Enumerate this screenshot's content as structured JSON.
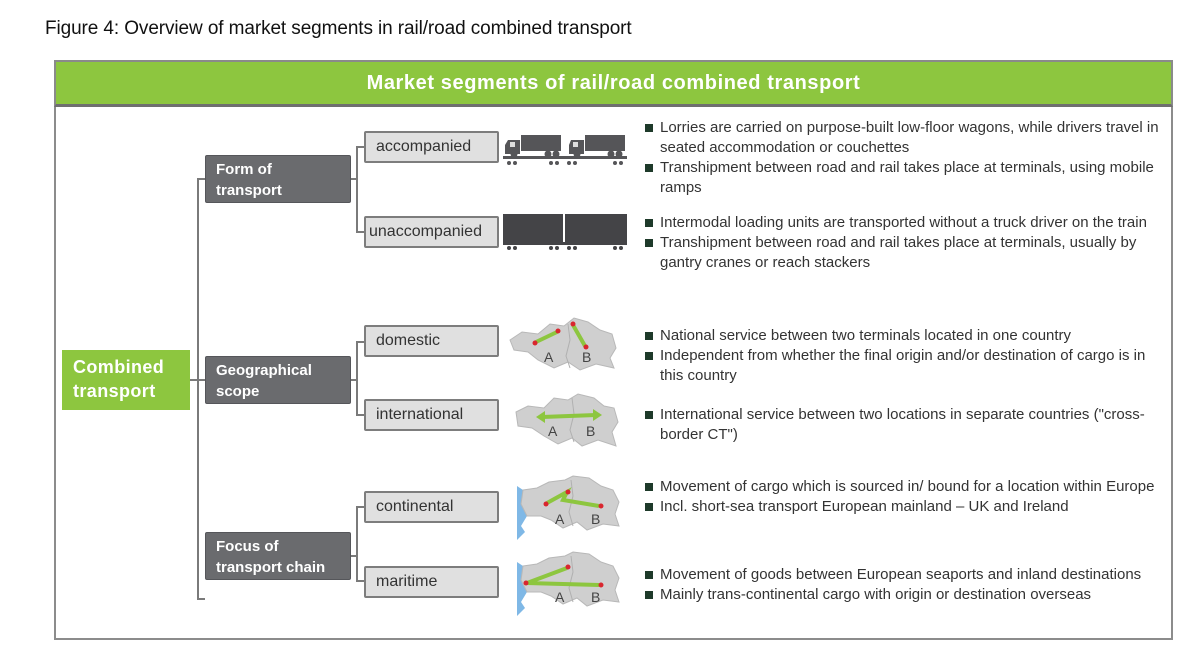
{
  "figure_title": "Figure 4: Overview of market segments in rail/road combined transport",
  "diagram": {
    "header": "Market segments of rail/road combined transport",
    "root": {
      "line1": "Combined",
      "line2": "transport"
    },
    "colors": {
      "green": "#8dc63f",
      "category_gray": "#6a6b6e",
      "segment_gray": "#e0e0e0",
      "sea_blue": "#7fb8e6",
      "terminal_red": "#d9262e"
    },
    "categories": [
      {
        "line1": "Form of",
        "line2": "transport",
        "segments": [
          {
            "label": "accompanied",
            "icon": "train-with-lorries-icon",
            "bullets": [
              "Lorries are carried on purpose-built low-floor wagons, while drivers travel in seated accommodation or couchettes",
              "Transhipment between road and rail takes place at terminals, using mobile ramps"
            ]
          },
          {
            "label": "unaccompanied",
            "icon": "train-with-containers-icon",
            "bullets": [
              "Intermodal loading units are transported without a truck driver on the train",
              "Transhipment between road and rail takes place at terminals, usually by gantry cranes or reach stackers"
            ]
          }
        ]
      },
      {
        "line1": "Geographical",
        "line2": "scope",
        "segments": [
          {
            "label": "domestic",
            "icon": "domestic-map-icon",
            "map_labels": [
              "A",
              "B"
            ],
            "bullets": [
              "National service between two terminals located in one country",
              "Independent from whether the final origin and/or destination of cargo is in this country"
            ]
          },
          {
            "label": "international",
            "icon": "international-map-icon",
            "map_labels": [
              "A",
              "B"
            ],
            "bullets": [
              "International service between two locations in separate countries (\"cross-border CT\")"
            ]
          }
        ]
      },
      {
        "line1": "Focus of",
        "line2": "transport chain",
        "segments": [
          {
            "label": "continental",
            "icon": "continental-map-icon",
            "map_labels": [
              "A",
              "B"
            ],
            "bullets": [
              "Movement of cargo which is sourced in/ bound for a location within Europe",
              "Incl. short-sea transport European mainland – UK and Ireland"
            ]
          },
          {
            "label": "maritime",
            "icon": "maritime-map-icon",
            "map_labels": [
              "A",
              "B"
            ],
            "bullets": [
              "Movement of goods between European seaports and inland destinations",
              "Mainly trans-continental cargo with origin or destination overseas"
            ]
          }
        ]
      }
    ]
  }
}
